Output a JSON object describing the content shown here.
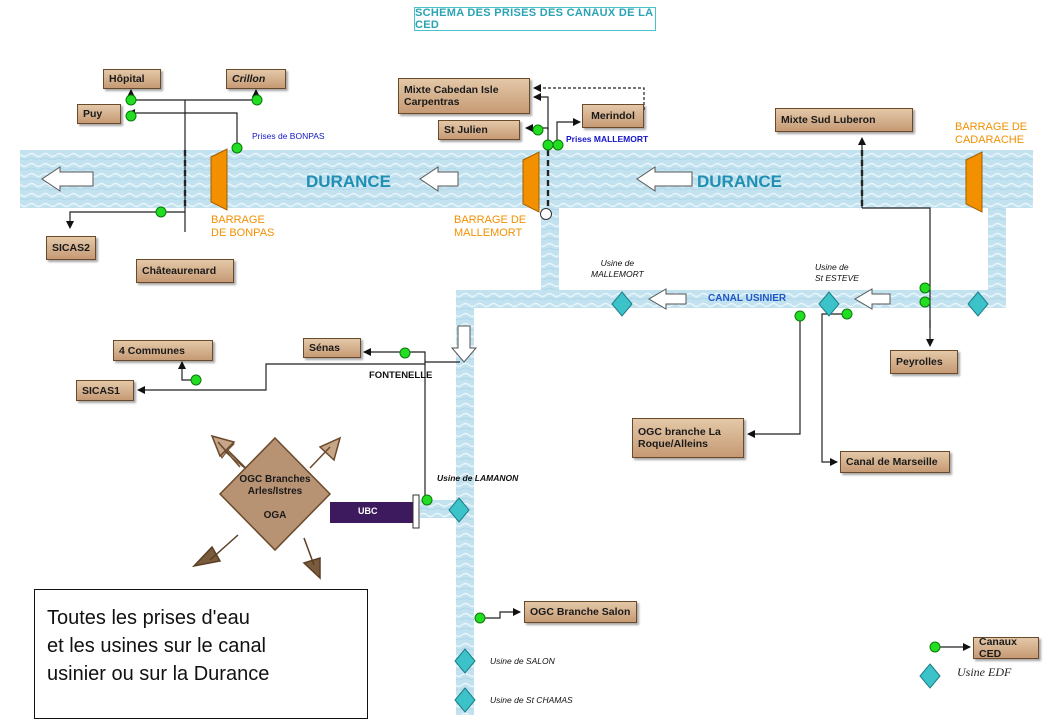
{
  "title": "SCHEMA DES PRISES DES CANAUX DE LA CED",
  "river_labels": [
    "DURANCE",
    "DURANCE"
  ],
  "barrages": {
    "bonpas": [
      "BARRAGE",
      "DE BONPAS"
    ],
    "mallemort": [
      "BARRAGE DE",
      "MALLEMORT"
    ],
    "cadarache": [
      "BARRAGE DE",
      "CADARACHE"
    ]
  },
  "prises": {
    "bonpas": "Prises de BONPAS",
    "mallemort": "Prises MALLEMORT"
  },
  "boxes": {
    "hopital": "Hôpital",
    "crillon": "Crillon",
    "puy": "Puy",
    "sicas2": "SICAS2",
    "chateaurenard": "Châteaurenard",
    "mixte_cabedan": [
      "Mixte Cabedan Isle",
      "Carpentras"
    ],
    "st_julien": "St Julien",
    "merindol": "Merindol",
    "mixte_sud_luberon": "Mixte Sud Luberon",
    "peyrolles": "Peyrolles",
    "quatre_communes": "4 Communes",
    "senas": "Sénas",
    "sicas1": "SICAS1",
    "ogc_roque": [
      "OGC branche La",
      "Roque/Alleins"
    ],
    "canal_marseille": "Canal de Marseille",
    "ogc_arles": [
      "OGC Branches",
      "Arles/Istres",
      "",
      "OGA"
    ],
    "ogc_salon": "OGC Branche Salon",
    "canaux_ced": "Canaux CED"
  },
  "usines": {
    "mallemort": [
      "Usine de",
      "MALLEMORT"
    ],
    "st_esteve": [
      "Usine de",
      "St ESTEVE"
    ],
    "lamanon": "Usine de LAMANON",
    "salon": "Usine de SALON",
    "st_chamas": "Usine de St CHAMAS"
  },
  "canal_usinier": "CANAL USINIER",
  "fontenelle": "FONTENELLE",
  "ubc": "UBC",
  "legend": {
    "canaux_ced": "Canaux CED",
    "usine_edf": "Usine EDF"
  },
  "note": [
    "Toutes les prises d'eau",
    "et les usines sur le canal",
    "usinier ou sur la Durance"
  ],
  "colors": {
    "water": "#bfe0ee",
    "box": "#d4ab85",
    "prise": "#22dd22",
    "usine": "#3cc3c9",
    "barrage": "#f29000",
    "ubc": "#3d1a5e"
  }
}
